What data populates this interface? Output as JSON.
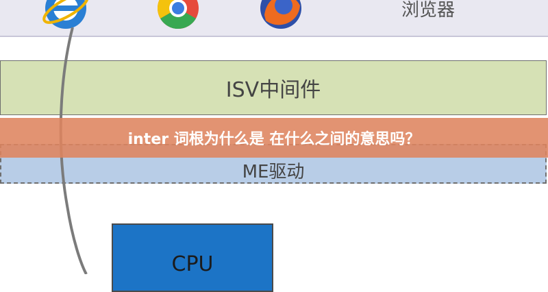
{
  "browser_bar": {
    "icons": [
      "internet-explorer-icon",
      "chrome-icon",
      "firefox-icon"
    ],
    "label": "浏览器"
  },
  "layers": {
    "isv": "ISV中间件",
    "me": "ME驱动"
  },
  "cpu": {
    "label": "CPU"
  },
  "banner": {
    "title": "inter 词根为什么是 在什么之间的意思吗？"
  },
  "colors": {
    "isv_layer": "#d6e1b5",
    "me_layer": "#b8cde7",
    "cpu_box": "#1c74c6",
    "banner": "#de845f",
    "browser_bar": "#e9e8f1"
  }
}
